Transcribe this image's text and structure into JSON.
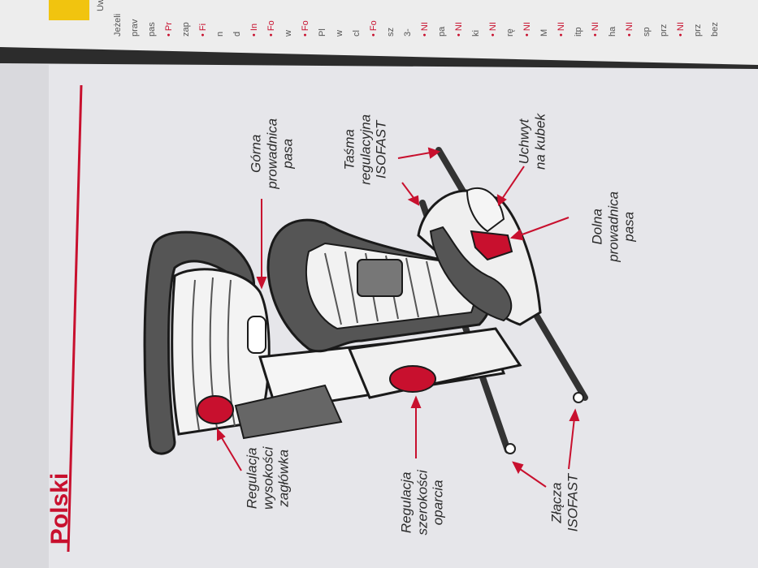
{
  "page": {
    "language_header": "Polski",
    "accent_color": "#c8102e",
    "page_color": "#e9e9ec"
  },
  "labels": {
    "headrest_height": [
      "Regulacja",
      "wysokości",
      "zagłówka"
    ],
    "backrest_width": [
      "Regulacja",
      "szerokości",
      "oparcia"
    ],
    "isofast_connectors": [
      "Złącza",
      "ISOFAST"
    ],
    "upper_belt_guide": [
      "Górna",
      "prowadnica",
      "pasa"
    ],
    "isofast_strap": [
      "Taśma",
      "regulacyjna",
      "ISOFAST"
    ],
    "cup_holder": [
      "Uchwyt",
      "na kubek"
    ],
    "lower_belt_guide": [
      "Dolna",
      "prowadnica",
      "pasa"
    ]
  },
  "top_page": {
    "fragments": [
      "Uwa",
      "Jeżeli",
      "prav",
      "pas",
      "• Pr",
      "zap",
      "• Fi",
      "n",
      "d",
      "• In",
      "• Fo",
      "w",
      "• Fo",
      "Pl",
      "w",
      "cl",
      "• Fo",
      "sz",
      "3-",
      "• NI",
      "pa",
      "• NI",
      "ki",
      "• NI",
      "rę",
      "• NI",
      "M",
      "• NI",
      "itp",
      "• NI",
      "ha",
      "• NI",
      "sp",
      "prz",
      "• NI",
      "prz",
      "bez"
    ]
  }
}
